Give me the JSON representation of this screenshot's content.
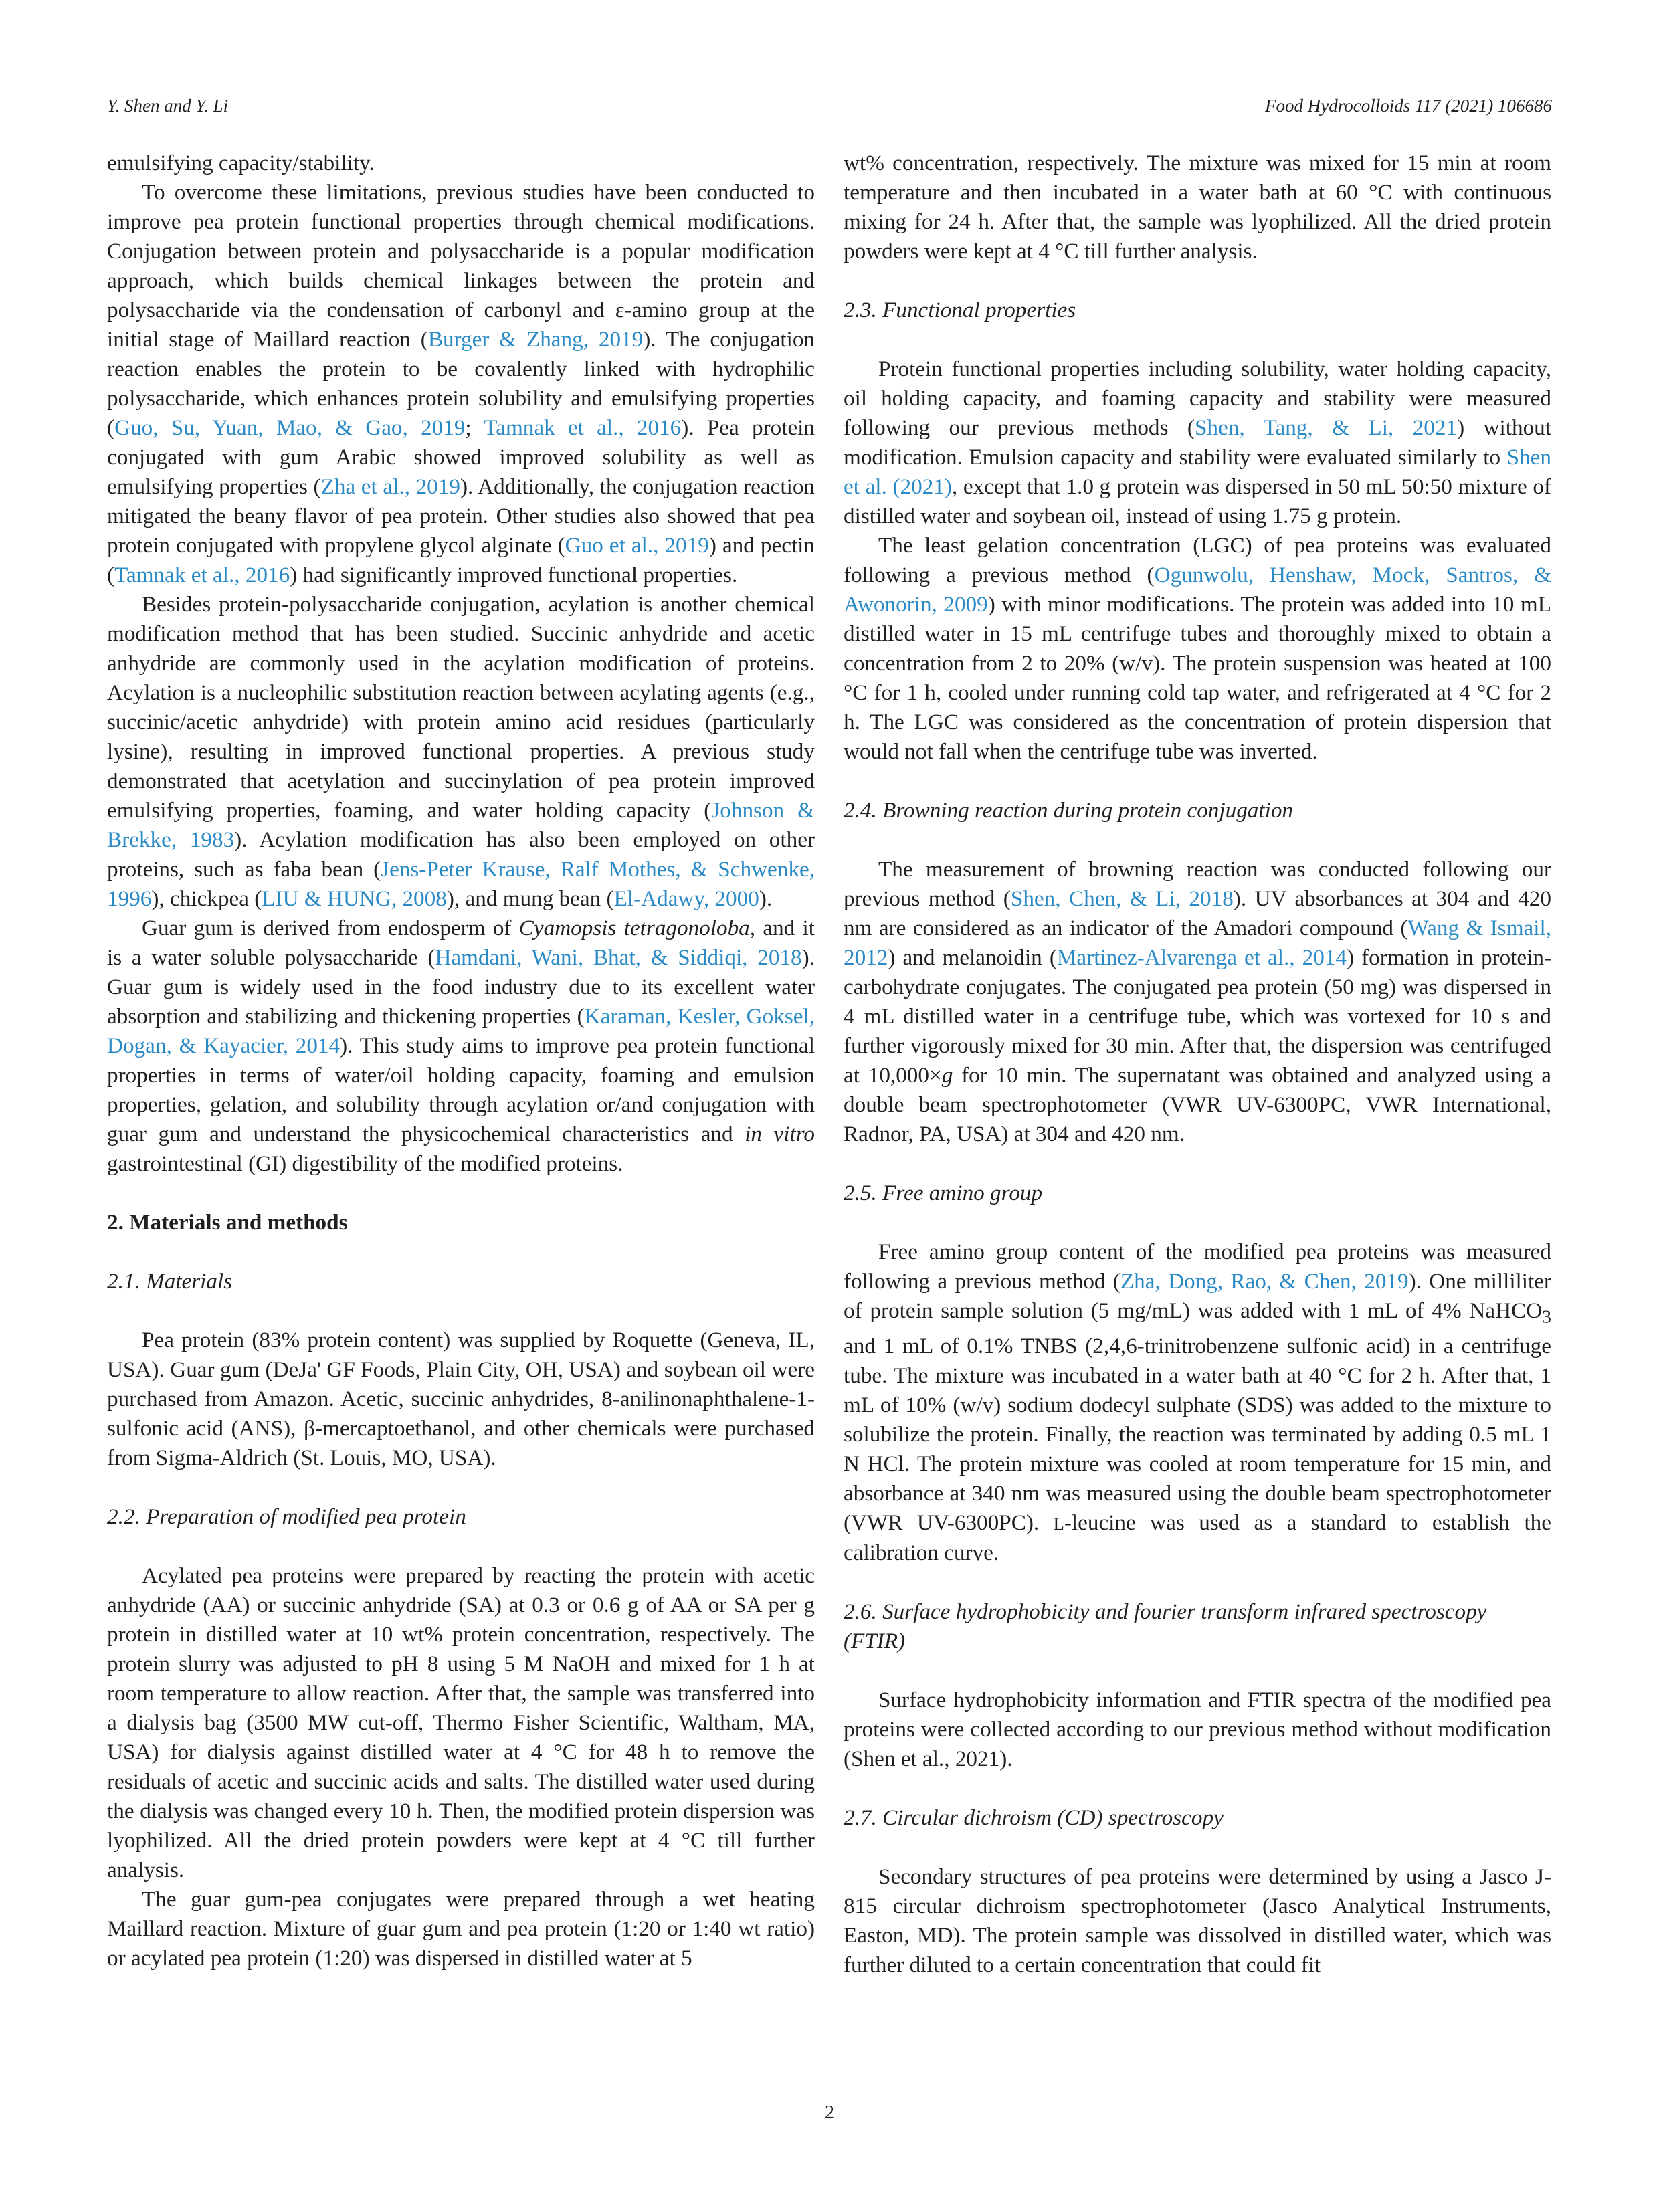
{
  "header": {
    "authors": "Y. Shen and Y. Li",
    "journal": "Food Hydrocolloids 117 (2021) 106686"
  },
  "page_number": "2",
  "left": {
    "p0": "emulsifying capacity/stability.",
    "p1": {
      "a": "To overcome these limitations, previous studies have been conducted to improve pea protein functional properties through chemical modifications. Conjugation between protein and polysaccharide is a popular modification approach, which builds chemical linkages between the protein and polysaccharide via the condensation of carbonyl and ε-amino group at the initial stage of Maillard reaction (",
      "r1": "Burger & Zhang, 2019",
      "b": "). The conjugation reaction enables the protein to be covalently linked with hydrophilic polysaccharide, which enhances protein solubility and emulsifying properties (",
      "r2": "Guo, Su, Yuan, Mao, & Gao, 2019",
      "c": "; ",
      "r3": "Tamnak et al., 2016",
      "d": "). Pea protein conjugated with gum Arabic showed improved solubility as well as emulsifying properties (",
      "r4": "Zha et al., 2019",
      "e": "). Additionally, the conjugation reaction mitigated the beany flavor of pea protein. Other studies also showed that pea protein conjugated with propylene glycol alginate (",
      "r5": "Guo et al., 2019",
      "f": ") and pectin (",
      "r6": "Tamnak et al., 2016",
      "g": ") had significantly improved functional properties."
    },
    "p2": {
      "a": "Besides protein-polysaccharide conjugation, acylation is another chemical modification method that has been studied. Succinic anhydride and acetic anhydride are commonly used in the acylation modification of proteins. Acylation is a nucleophilic substitution reaction between acylating agents (e.g., succinic/acetic anhydride) with protein amino acid residues (particularly lysine), resulting in improved functional properties. A previous study demonstrated that acetylation and succinylation of pea protein improved emulsifying properties, foaming, and water holding capacity (",
      "r1": "Johnson & Brekke, 1983",
      "b": "). Acylation modification has also been employed on other proteins, such as faba bean (",
      "r2": "Jens-Peter Krause, Ralf Mothes, & Schwenke, 1996",
      "c": "), chickpea (",
      "r3": "LIU & HUNG, 2008",
      "d": "), and mung bean (",
      "r4": "El-Adawy, 2000",
      "e": ")."
    },
    "p3": {
      "a": "Guar gum is derived from endosperm of ",
      "it1": "Cyamopsis tetragonoloba",
      "b": ", and it is a water soluble polysaccharide (",
      "r1": "Hamdani, Wani, Bhat, & Siddiqi, 2018",
      "c": "). Guar gum is widely used in the food industry due to its excellent water absorption and stabilizing and thickening properties (",
      "r2": "Karaman, Kesler, Goksel, Dogan, & Kayacier, 2014",
      "d": "). This study aims to improve pea protein functional properties in terms of water/oil holding capacity, foaming and emulsion properties, gelation, and solubility through acylation or/and conjugation with guar gum and understand the physicochemical characteristics and ",
      "it2": "in vitro",
      "e": " gastrointestinal (GI) digestibility of the modified proteins."
    },
    "h2_section": "2.  Materials and methods",
    "h_2_1": "2.1.  Materials",
    "p_materials": "Pea protein (83% protein content) was supplied by Roquette (Geneva, IL, USA). Guar gum (DeJa' GF Foods, Plain City, OH, USA) and soybean oil were purchased from Amazon. Acetic, succinic anhydrides, 8-anilinonaphthalene-1-sulfonic acid (ANS), β-mercaptoethanol, and other chemicals were purchased from Sigma-Aldrich (St. Louis, MO, USA).",
    "h_2_2": "2.2.  Preparation of modified pea protein",
    "p_prep1": "Acylated pea proteins were prepared by reacting the protein with acetic anhydride (AA) or succinic anhydride (SA) at 0.3 or 0.6 g of AA or SA per g protein in distilled water at 10 wt% protein concentration, respectively. The protein slurry was adjusted to pH 8 using 5 M NaOH and mixed for 1 h at room temperature to allow reaction. After that, the sample was transferred into a dialysis bag (3500 MW cut-off, Thermo Fisher Scientific, Waltham, MA, USA) for dialysis against distilled water at 4 °C for 48 h to remove the residuals of acetic and succinic acids and salts. The distilled water used during the dialysis was changed every 10 h. Then, the modified protein dispersion was lyophilized. All the dried protein powders were kept at 4 °C till further analysis.",
    "p_prep2": "The guar gum-pea conjugates were prepared through a wet heating Maillard reaction. Mixture of guar gum and pea protein (1:20 or 1:40 wt ratio) or acylated pea protein (1:20) was dispersed in distilled water at 5"
  },
  "right": {
    "p_cont": "wt% concentration, respectively. The mixture was mixed for 15 min at room temperature and then incubated in a water bath at 60 °C with continuous mixing for 24 h. After that, the sample was lyophilized. All the dried protein powders were kept at 4 °C till further analysis.",
    "h_2_3": "2.3.  Functional properties",
    "p_func1": {
      "a": "Protein functional properties including solubility, water holding capacity, oil holding capacity, and foaming capacity and stability were measured following our previous methods (",
      "r1": "Shen, Tang, & Li, 2021",
      "b": ") without modification. Emulsion capacity and stability were evaluated similarly to ",
      "r2": "Shen et al. (2021)",
      "c": ", except that 1.0 g protein was dispersed in 50 mL 50:50 mixture of distilled water and soybean oil, instead of using 1.75 g protein."
    },
    "p_func2": {
      "a": "The least gelation concentration (LGC) of pea proteins was evaluated following a previous method (",
      "r1": "Ogunwolu, Henshaw, Mock, Santros, & Awonorin, 2009",
      "b": ") with minor modifications. The protein was added into 10 mL distilled water in 15 mL centrifuge tubes and thoroughly mixed to obtain a concentration from 2 to 20% (w/v). The protein suspension was heated at 100 °C for 1 h, cooled under running cold tap water, and refrigerated at 4 °C for 2 h. The LGC was considered as the concentration of protein dispersion that would not fall when the centrifuge tube was inverted."
    },
    "h_2_4": "2.4.  Browning reaction during protein conjugation",
    "p_brown": {
      "a": "The measurement of browning reaction was conducted following our previous method (",
      "r1": "Shen, Chen, & Li, 2018",
      "b": "). UV absorbances at 304 and 420 nm are considered as an indicator of the Amadori compound (",
      "r2": "Wang & Ismail, 2012",
      "c": ") and melanoidin (",
      "r3": "Martinez-Alvarenga et al., 2014",
      "d": ") formation in protein-carbohydrate conjugates. The conjugated pea protein (50 mg) was dispersed in 4 mL distilled water in a centrifuge tube, which was vortexed for 10 s and further vigorously mixed for 30 min. After that, the dispersion was centrifuged at 10,000×",
      "it1": "g",
      "e": " for 10 min. The supernatant was obtained and analyzed using a double beam spectrophotometer (VWR UV-6300PC, VWR International, Radnor, PA, USA) at 304 and 420 nm."
    },
    "h_2_5": "2.5.  Free amino group",
    "p_amino": {
      "a": "Free amino group content of the modified pea proteins was measured following a previous method (",
      "r1": "Zha, Dong, Rao, & Chen, 2019",
      "b": "). One milliliter of protein sample solution (5 mg/mL) was added with 1 mL of 4% NaHCO",
      "sub": "3",
      "c": " and 1 mL of 0.1% TNBS (2,4,6-trinitrobenzene sulfonic acid) in a centrifuge tube. The mixture was incubated in a water bath at 40 °C for 2 h. After that, 1 mL of 10% (w/v) sodium dodecyl sulphate (SDS) was added to the mixture to solubilize the protein. Finally, the reaction was terminated by adding 0.5 mL 1 N HCl. The protein mixture was cooled at room temperature for 15 min, and absorbance at 340 nm was measured using the double beam spectrophotometer (VWR UV-6300PC). ",
      "sc": "L",
      "d": "-leucine was used as a standard to establish the calibration curve."
    },
    "h_2_6": "2.6.  Surface hydrophobicity and fourier transform infrared spectroscopy (FTIR)",
    "p_ftir": "Surface hydrophobicity information and FTIR spectra of the modified pea proteins were collected according to our previous method without modification (Shen et al., 2021).",
    "h_2_7": "2.7.  Circular dichroism (CD) spectroscopy",
    "p_cd": "Secondary structures of pea proteins were determined by using a Jasco J-815 circular dichroism spectrophotometer (Jasco Analytical Instruments, Easton, MD). The protein sample was dissolved in distilled water, which was further diluted to a certain concentration that could fit"
  },
  "colors": {
    "text": "#231f20",
    "link": "#2a8ac6"
  }
}
